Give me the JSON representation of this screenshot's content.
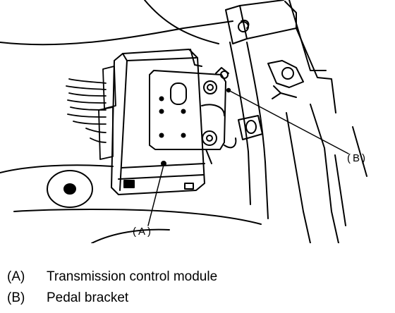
{
  "callouts": {
    "a": "(A)",
    "b": "(B)"
  },
  "legend": [
    {
      "key": "(A)",
      "text": "Transmission control module"
    },
    {
      "key": "(B)",
      "text": "Pedal bracket"
    }
  ]
}
